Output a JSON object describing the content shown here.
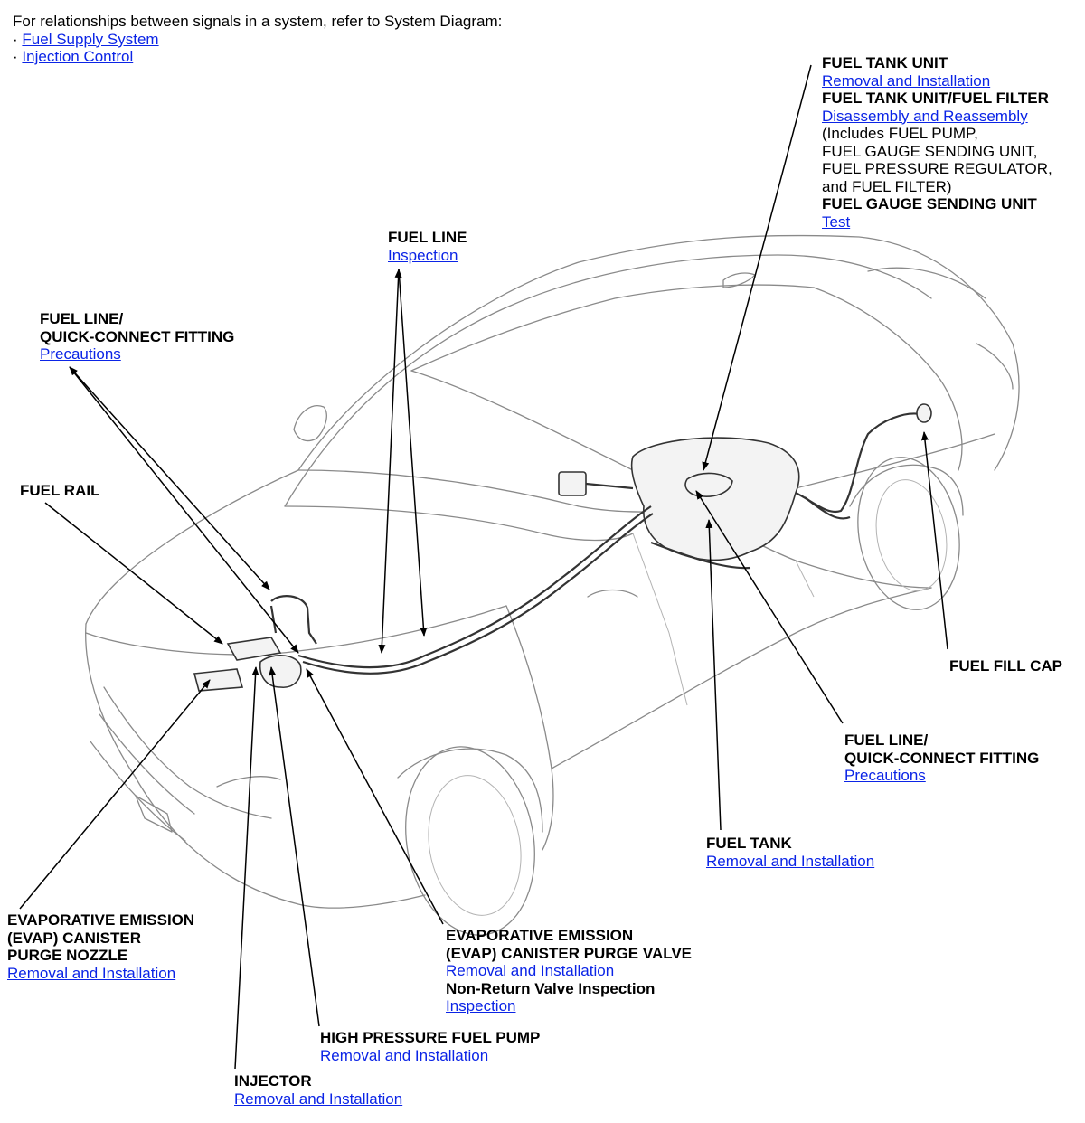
{
  "intro": {
    "text": "For relationships between signals in a system, refer to System Diagram:",
    "bullet": "·",
    "links": [
      "Fuel Supply System",
      "Injection Control"
    ]
  },
  "labels": {
    "fuel_tank_unit": {
      "title": "FUEL TANK UNIT",
      "link": "Removal and Installation",
      "title2": "FUEL TANK UNIT/FUEL FILTER",
      "link2": "Disassembly and Reassembly",
      "note": [
        "(Includes FUEL PUMP,",
        "FUEL GAUGE SENDING UNIT,",
        "FUEL PRESSURE REGULATOR,",
        "and FUEL FILTER)"
      ],
      "title3": "FUEL GAUGE SENDING UNIT",
      "link3": "Test"
    },
    "fuel_line": {
      "title": "FUEL LINE",
      "link": "Inspection"
    },
    "quick_connect_front": {
      "title": [
        "FUEL LINE/",
        "QUICK-CONNECT FITTING"
      ],
      "link": "Precautions"
    },
    "fuel_rail": {
      "title": "FUEL RAIL"
    },
    "fuel_fill_cap": {
      "title": "FUEL FILL CAP"
    },
    "quick_connect_rear": {
      "title": [
        "FUEL LINE/",
        "QUICK-CONNECT FITTING"
      ],
      "link": "Precautions"
    },
    "fuel_tank": {
      "title": "FUEL TANK",
      "link": "Removal and Installation"
    },
    "evap_nozzle": {
      "title": [
        "EVAPORATIVE EMISSION",
        "(EVAP) CANISTER",
        "PURGE NOZZLE"
      ],
      "link": "Removal and Installation"
    },
    "evap_valve": {
      "title": [
        "EVAPORATIVE EMISSION",
        "(EVAP) CANISTER PURGE VALVE"
      ],
      "link": "Removal and Installation",
      "title2": "Non-Return Valve Inspection",
      "link2": "Inspection"
    },
    "hp_pump": {
      "title": "HIGH PRESSURE FUEL PUMP",
      "link": "Removal and Installation"
    },
    "injector": {
      "title": "INJECTOR",
      "link": "Removal and Installation"
    }
  },
  "colors": {
    "link": "#0b24e6",
    "text": "#000000",
    "drawing": "#8a8a8a"
  }
}
